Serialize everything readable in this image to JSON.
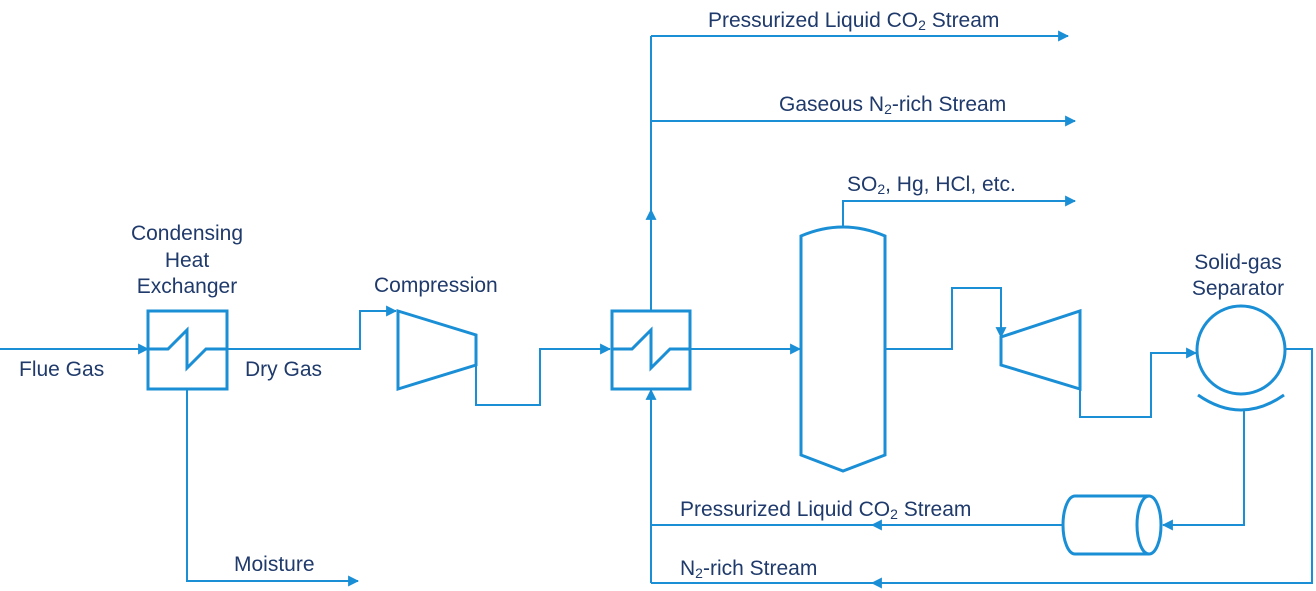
{
  "diagram": {
    "labels": {
      "flue_gas": "Flue Gas",
      "dry_gas": "Dry Gas",
      "moisture": "Moisture",
      "condensing_line1": "Condensing",
      "condensing_line2": "Heat",
      "condensing_line3": "Exchanger",
      "compression": "Compression",
      "solid_gas_line1": "Solid-gas",
      "solid_gas_line2": "Separator",
      "top_co2": {
        "pre": "Pressurized Liquid CO",
        "sub": "2",
        "post": " Stream"
      },
      "gaseous_n2": {
        "pre": "Gaseous N",
        "sub": "2",
        "post": "-rich Stream"
      },
      "so2": {
        "pre": "SO",
        "sub": "2",
        "post": ", Hg, HCl, etc."
      },
      "bottom_co2": {
        "pre": "Pressurized Liquid CO",
        "sub": "2",
        "post": " Stream"
      },
      "n2_rich": {
        "pre": "N",
        "sub": "2",
        "post": "-rich Stream"
      }
    },
    "colors": {
      "line": "#1a8fd6",
      "text": "#1f3a6b"
    }
  }
}
